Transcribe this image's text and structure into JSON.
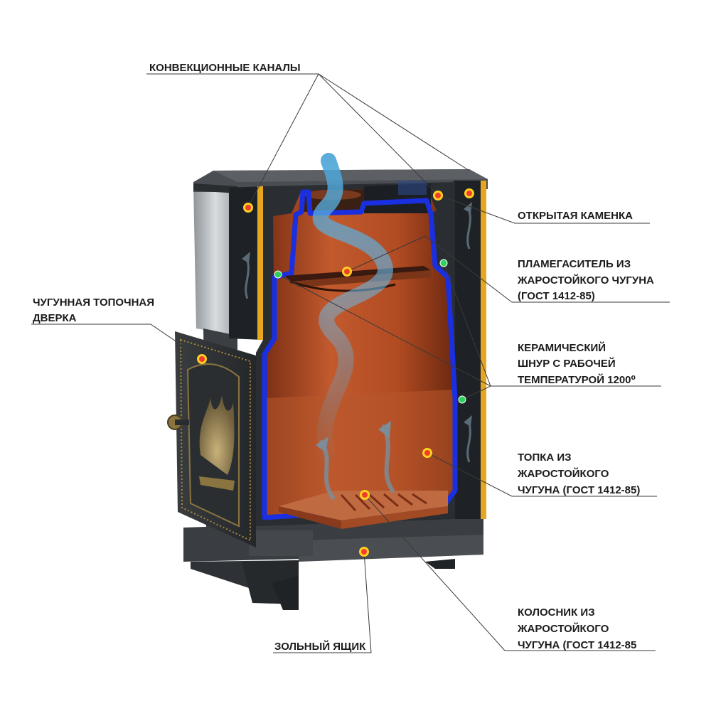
{
  "labels": {
    "convection_channels": "КОНВЕКЦИОННЫЕ КАНАЛЫ",
    "open_heater": "ОТКРЫТАЯ КАМЕНКА",
    "flame_damper": [
      "ПЛАМЕГАСИТЕЛЬ ИЗ",
      "ЖАРОСТОЙКОГО ЧУГУНА",
      "(ГОСТ 1412-85)"
    ],
    "ceramic_cord": [
      "КЕРАМИЧЕСКИЙ",
      "ШНУР С РАБОЧЕЙ",
      "ТЕМПЕРАТУРОЙ 1200⁰"
    ],
    "firebox": [
      "ТОПКА ИЗ",
      "ЖАРОСТОЙКОГО",
      "ЧУГУНА (ГОСТ 1412-85)"
    ],
    "grate": [
      "КОЛОСНИК ИЗ",
      "ЖАРОСТОЙКОГО",
      "ЧУГУНА (ГОСТ 1412-85"
    ],
    "firebox_door": [
      "ЧУГУННАЯ ТОПОЧНАЯ",
      "ДВЕРКА"
    ],
    "ash_box": "ЗОЛЬНЫЙ ЯЩИК"
  },
  "colors": {
    "marker_heat": "#f23c2c",
    "marker_heat_ring": "#ffd21f",
    "marker_cord": "#2fd05b",
    "cord": "#1a2fe0",
    "firebox_interior": "#b8502a",
    "steel_dark": "#2b2f33",
    "jacket_accent": "#e6a61e",
    "smoke": "#4aa3d6"
  }
}
